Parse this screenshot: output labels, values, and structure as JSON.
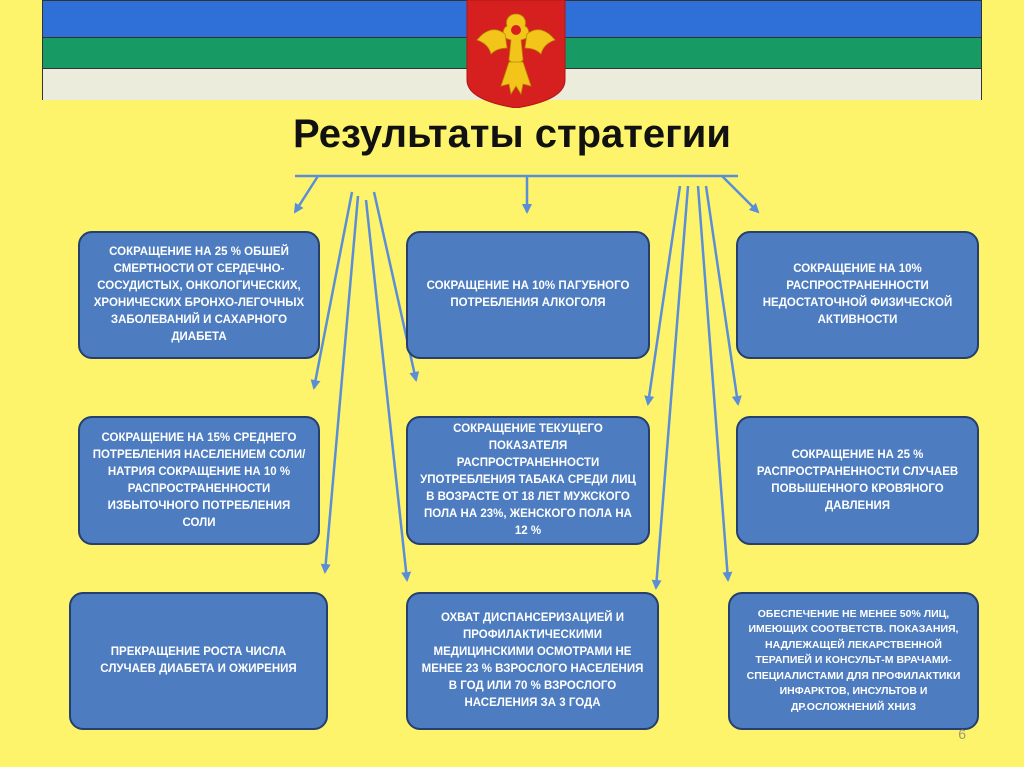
{
  "title": "Результаты стратегии",
  "page_number": "6",
  "colors": {
    "background": "#fdf46c",
    "box": "#4d7cc0",
    "arrow": "#5b8ed6"
  },
  "boxes": [
    {
      "id": "b1",
      "text": "СОКРАЩЕНИЕ НА 25 % ОБШЕЙ СМЕРТНОСТИ ОТ СЕРДЕЧНО-СОСУДИСТЫХ, ОНКОЛОГИЧЕСКИХ, ХРОНИЧЕСКИХ БРОНХО-ЛЕГОЧНЫХ ЗАБОЛЕВАНИЙ И САХАРНОГО ДИАБЕТА"
    },
    {
      "id": "b2",
      "text": "СОКРАЩЕНИЕ НА 10% ПАГУБНОГО ПОТРЕБЛЕНИЯ АЛКОГОЛЯ"
    },
    {
      "id": "b3",
      "text": "СОКРАЩЕНИЕ НА 10% РАСПРОСТРАНЕННОСТИ НЕДОСТАТОЧНОЙ ФИЗИЧЕСКОЙ АКТИВНОСТИ"
    },
    {
      "id": "b4",
      "text": "СОКРАЩЕНИЕ НА 15% СРЕДНЕГО ПОТРЕБЛЕНИЯ НАСЕЛЕНИЕМ СОЛИ/НАТРИЯ СОКРАЩЕНИЕ НА 10 % РАСПРОСТРАНЕННОСТИ ИЗБЫТОЧНОГО ПОТРЕБЛЕНИЯ СОЛИ"
    },
    {
      "id": "b5",
      "text": "СОКРАЩЕНИЕ ТЕКУЩЕГО ПОКАЗАТЕЛЯ РАСПРОСТРАНЕННОСТИ УПОТРЕБЛЕНИЯ ТАБАКА СРЕДИ ЛИЦ В ВОЗРАСТЕ ОТ 18 ЛЕТ МУЖСКОГО ПОЛА НА 23%, ЖЕНСКОГО ПОЛА НА 12 %"
    },
    {
      "id": "b6",
      "text": "СОКРАЩЕНИЕ НА 25 % РАСПРОСТРАНЕННОСТИ СЛУЧАЕВ ПОВЫШЕННОГО КРОВЯНОГО ДАВЛЕНИЯ"
    },
    {
      "id": "b7",
      "text": "ПРЕКРАЩЕНИЕ РОСТА ЧИСЛА СЛУЧАЕВ ДИАБЕТА И ОЖИРЕНИЯ"
    },
    {
      "id": "b8",
      "text": "ОХВАТ ДИСПАНСЕРИЗАЦИЕЙ И ПРОФИЛАКТИЧЕСКИМИ МЕДИЦИНСКИМИ ОСМОТРАМИ НЕ МЕНЕЕ 23 % ВЗРОСЛОГО НАСЕЛЕНИЯ В ГОД ИЛИ 70 % ВЗРОСЛОГО НАСЕЛЕНИЯ ЗА 3 ГОДА"
    },
    {
      "id": "b9",
      "text": "ОБЕСПЕЧЕНИЕ НЕ МЕНЕЕ 50% ЛИЦ, ИМЕЮЩИХ СООТВЕТСТВ. ПОКАЗАНИЯ, НАДЛЕЖАЩЕЙ ЛЕКАРСТВЕННОЙ ТЕРАПИЕЙ И КОНСУЛЬТ-М ВРАЧАМИ-СПЕЦИАЛИСТАМИ ДЛЯ ПРОФИЛАКТИКИ ИНФАРКТОВ, ИНСУЛЬТОВ И ДР.ОСЛОЖНЕНИЙ ХНИЗ"
    }
  ]
}
